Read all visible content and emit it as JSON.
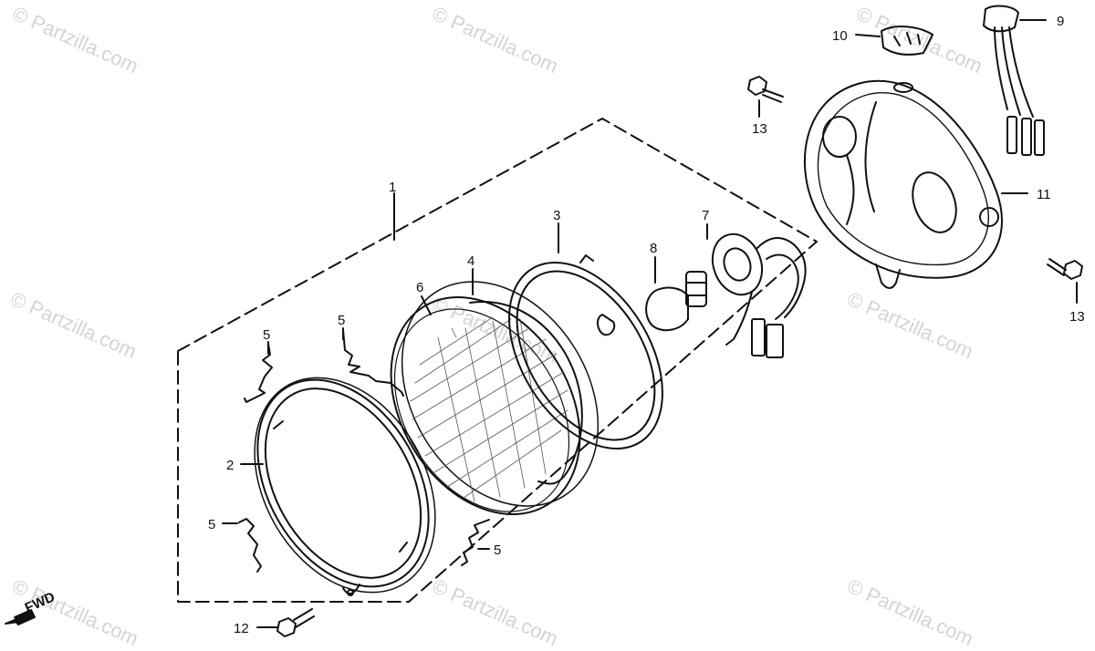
{
  "watermark": "© Partzilla.com",
  "fwd_label": "FWD",
  "callouts": {
    "c1": "1",
    "c2": "2",
    "c3": "3",
    "c4": "4",
    "c5a": "5",
    "c5b": "5",
    "c5c": "5",
    "c5d": "5",
    "c6": "6",
    "c7": "7",
    "c8": "8",
    "c9": "9",
    "c10": "10",
    "c11": "11",
    "c12": "12",
    "c13a": "13",
    "c13b": "13"
  },
  "colors": {
    "ink": "#111111",
    "watermark": "#d4d4d4",
    "background": "#ffffff"
  },
  "icons": [
    "fwd-arrow-icon"
  ]
}
